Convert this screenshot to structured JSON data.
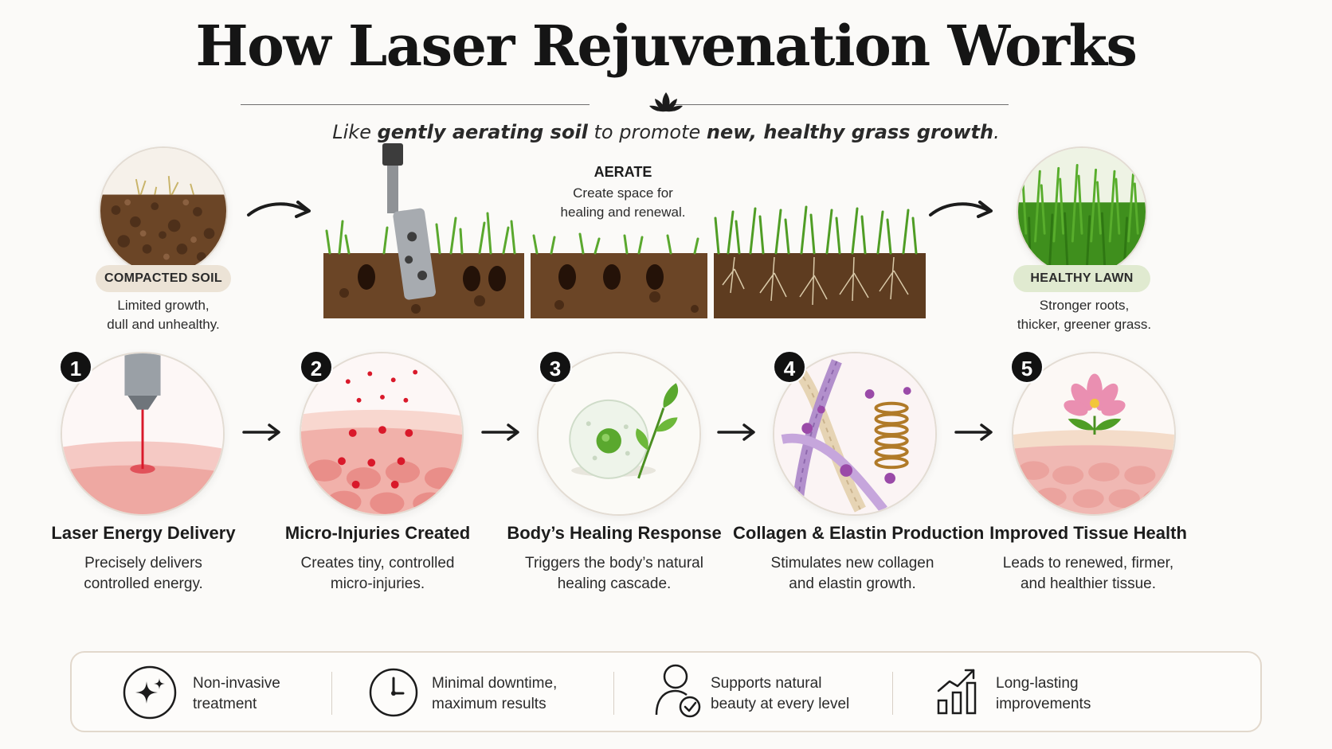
{
  "header": {
    "title": "How Laser Rejuvenation Works",
    "subtitle_plain_1": "Like ",
    "subtitle_bold_1": "gently aerating soil",
    "subtitle_plain_2": " to promote ",
    "subtitle_bold_2": "new, healthy grass growth",
    "subtitle_plain_3": "."
  },
  "analogy": {
    "left": {
      "label": "COMPACTED SOIL",
      "desc_line1": "Limited growth,",
      "desc_line2": "dull and unhealthy."
    },
    "middle": {
      "label": "AERATE",
      "desc_line1": "Create space for",
      "desc_line2": "healing and renewal."
    },
    "right": {
      "label": "HEALTHY LAWN",
      "desc_line1": "Stronger roots,",
      "desc_line2": "thicker, greener grass."
    }
  },
  "steps": [
    {
      "number": "1",
      "title": "Laser Energy Delivery",
      "desc_line1": "Precisely delivers",
      "desc_line2": "controlled energy."
    },
    {
      "number": "2",
      "title": "Micro-Injuries Created",
      "desc_line1": "Creates tiny, controlled",
      "desc_line2": "micro-injuries."
    },
    {
      "number": "3",
      "title": "Body’s Healing Response",
      "desc_line1": "Triggers the body’s natural",
      "desc_line2": "healing cascade."
    },
    {
      "number": "4",
      "title": "Collagen & Elastin Production",
      "desc_line1": "Stimulates new collagen",
      "desc_line2": "and elastin growth."
    },
    {
      "number": "5",
      "title": "Improved Tissue Health",
      "desc_line1": "Leads to renewed, firmer,",
      "desc_line2": "and healthier tissue."
    }
  ],
  "benefits": [
    {
      "icon": "sparkle-icon",
      "line1": "Non-invasive",
      "line2": "treatment"
    },
    {
      "icon": "clock-icon",
      "line1": "Minimal downtime,",
      "line2": "maximum results"
    },
    {
      "icon": "person-check-icon",
      "line1": "Supports natural",
      "line2": "beauty at every level"
    },
    {
      "icon": "growth-chart-icon",
      "line1": "Long-lasting",
      "line2": "improvements"
    }
  ],
  "colors": {
    "soil": "#6b4526",
    "grass": "#5aa82e",
    "skin": "#f2b8b4",
    "laser": "#d9192a",
    "pill_soil": "#ece3d6",
    "pill_lawn": "#e0ead0"
  }
}
